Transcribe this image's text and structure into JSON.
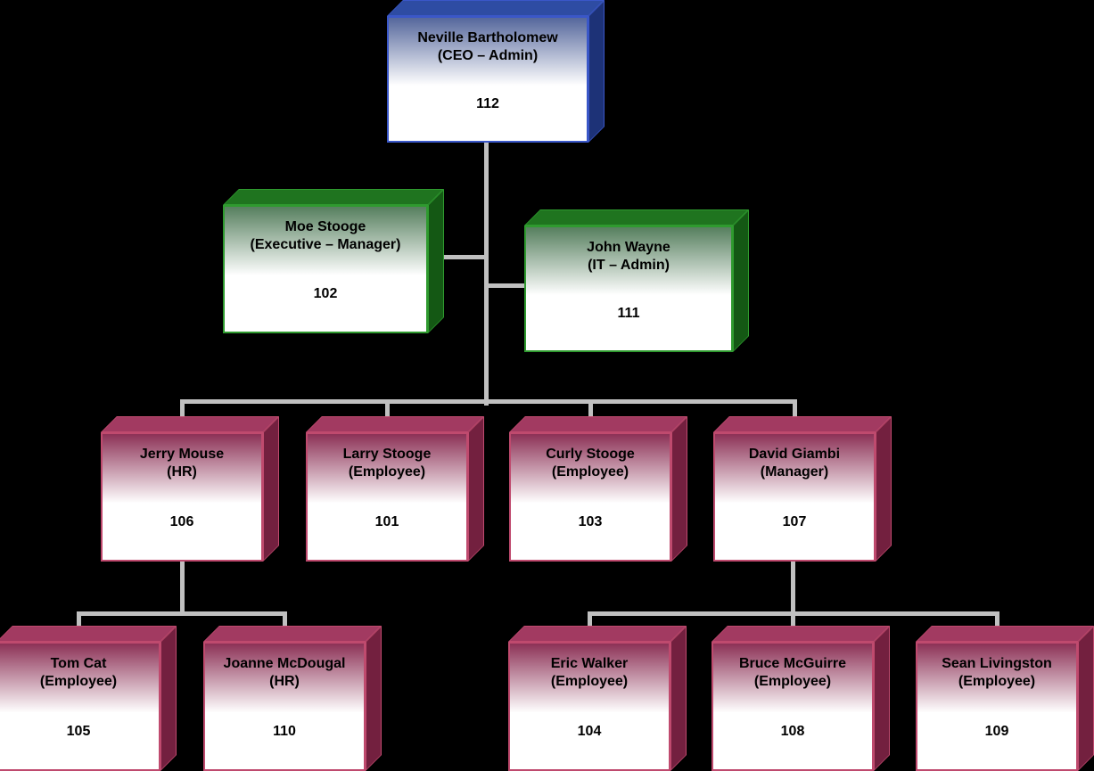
{
  "colors": {
    "canvas-bg": "#000000",
    "connector": "#c0c0c0",
    "blue-border": "#3a57c8",
    "blue-front": "#55679c",
    "blue-top": "#2e4ca3",
    "blue-right": "#1d3277",
    "green-border": "#2f9a2f",
    "green-front": "#567f5e",
    "green-top": "#1f741f",
    "green-right": "#145814",
    "maroon-border": "#bf4a6e",
    "maroon-front": "#8c3156",
    "maroon-top": "#a23a61",
    "maroon-right": "#73203f"
  },
  "nodes": [
    {
      "name": "Neville Bartholomew",
      "role": "(CEO – Admin)",
      "number": "112",
      "parent": null
    },
    {
      "name": "Moe Stooge",
      "role": "(Executive – Manager)",
      "number": "102",
      "parent": "Neville Bartholomew"
    },
    {
      "name": "John Wayne",
      "role": "(IT – Admin)",
      "number": "111",
      "parent": "Neville Bartholomew"
    },
    {
      "name": "Jerry Mouse",
      "role": "(HR)",
      "number": "106",
      "parent": "Neville Bartholomew"
    },
    {
      "name": "Larry Stooge",
      "role": "(Employee)",
      "number": "101",
      "parent": "Neville Bartholomew"
    },
    {
      "name": "Curly Stooge",
      "role": "(Employee)",
      "number": "103",
      "parent": "Neville Bartholomew"
    },
    {
      "name": "David Giambi",
      "role": "(Manager)",
      "number": "107",
      "parent": "Neville Bartholomew"
    },
    {
      "name": "Tom Cat",
      "role": "(Employee)",
      "number": "105",
      "parent": "Jerry Mouse"
    },
    {
      "name": "Joanne McDougal",
      "role": "(HR)",
      "number": "110",
      "parent": "Jerry Mouse"
    },
    {
      "name": "Eric Walker",
      "role": "(Employee)",
      "number": "104",
      "parent": "David Giambi"
    },
    {
      "name": "Bruce McGuirre",
      "role": "(Employee)",
      "number": "108",
      "parent": "David Giambi"
    },
    {
      "name": "Sean Livingston",
      "role": "(Employee)",
      "number": "109",
      "parent": "David Giambi"
    }
  ]
}
